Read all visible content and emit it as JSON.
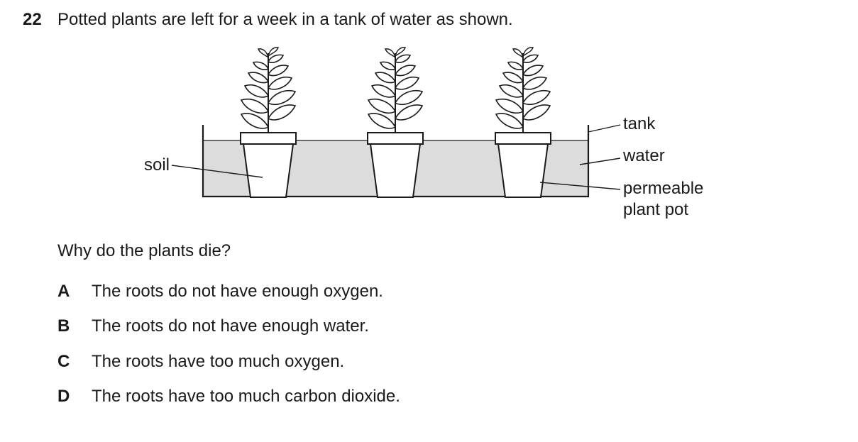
{
  "question": {
    "number": "22",
    "text": "Potted plants are left for a week in a tank of water as shown.",
    "prompt": "Why do the plants die?"
  },
  "figure": {
    "labels": {
      "soil": "soil",
      "tank": "tank",
      "water": "water",
      "pot_line1": "permeable",
      "pot_line2": "plant pot"
    }
  },
  "options": [
    {
      "letter": "A",
      "text": "The roots do not have enough oxygen."
    },
    {
      "letter": "B",
      "text": "The roots do not have enough water."
    },
    {
      "letter": "C",
      "text": "The roots have too much oxygen."
    },
    {
      "letter": "D",
      "text": "The roots have too much carbon dioxide."
    }
  ]
}
